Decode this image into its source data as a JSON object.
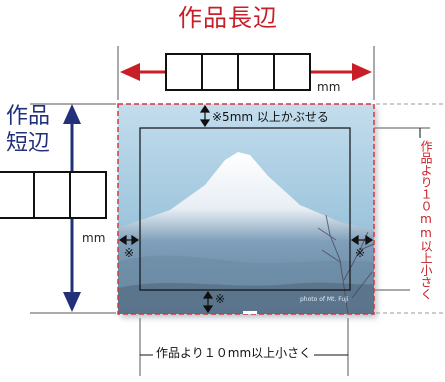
{
  "labels": {
    "long_side": "作品長辺",
    "short_side": "作品短辺",
    "mm_top": "mm",
    "mm_left": "mm",
    "overlap_note": "※5mm 以上かぶせる",
    "bottom_note": "※",
    "left_note": "※",
    "right_note": "※",
    "bottom_caption": "作品より１０mm以上小さく",
    "right_caption": "作品より１０mm以上小さく",
    "watermark": "photo of Mt. Fuji"
  },
  "colors": {
    "red_accent": "#c81e28",
    "blue_accent": "#22307a",
    "dashed_outline": "#d9353a",
    "sky": "#9fc6dd"
  },
  "icons": {
    "long_arrow": "double-arrow-horizontal",
    "short_arrow": "double-arrow-vertical"
  }
}
